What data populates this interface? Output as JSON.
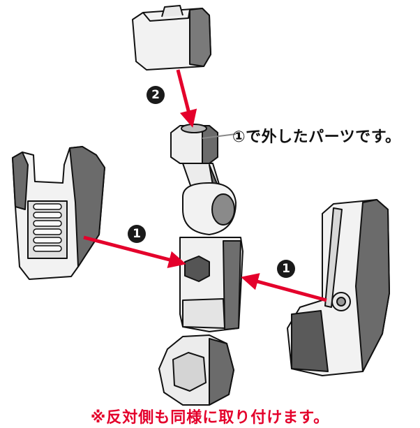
{
  "callout": {
    "text": "①で外したパーツです。"
  },
  "footnote": {
    "text": "※反対側も同様に取り付けます。"
  },
  "steps": {
    "step_1": "1",
    "step_2": "2"
  },
  "colors": {
    "arrow": "#e4002b",
    "part_fill": "#f2f2f2",
    "part_shade": "#6b6b6b",
    "outline": "#111111",
    "note": "#e4002b"
  }
}
